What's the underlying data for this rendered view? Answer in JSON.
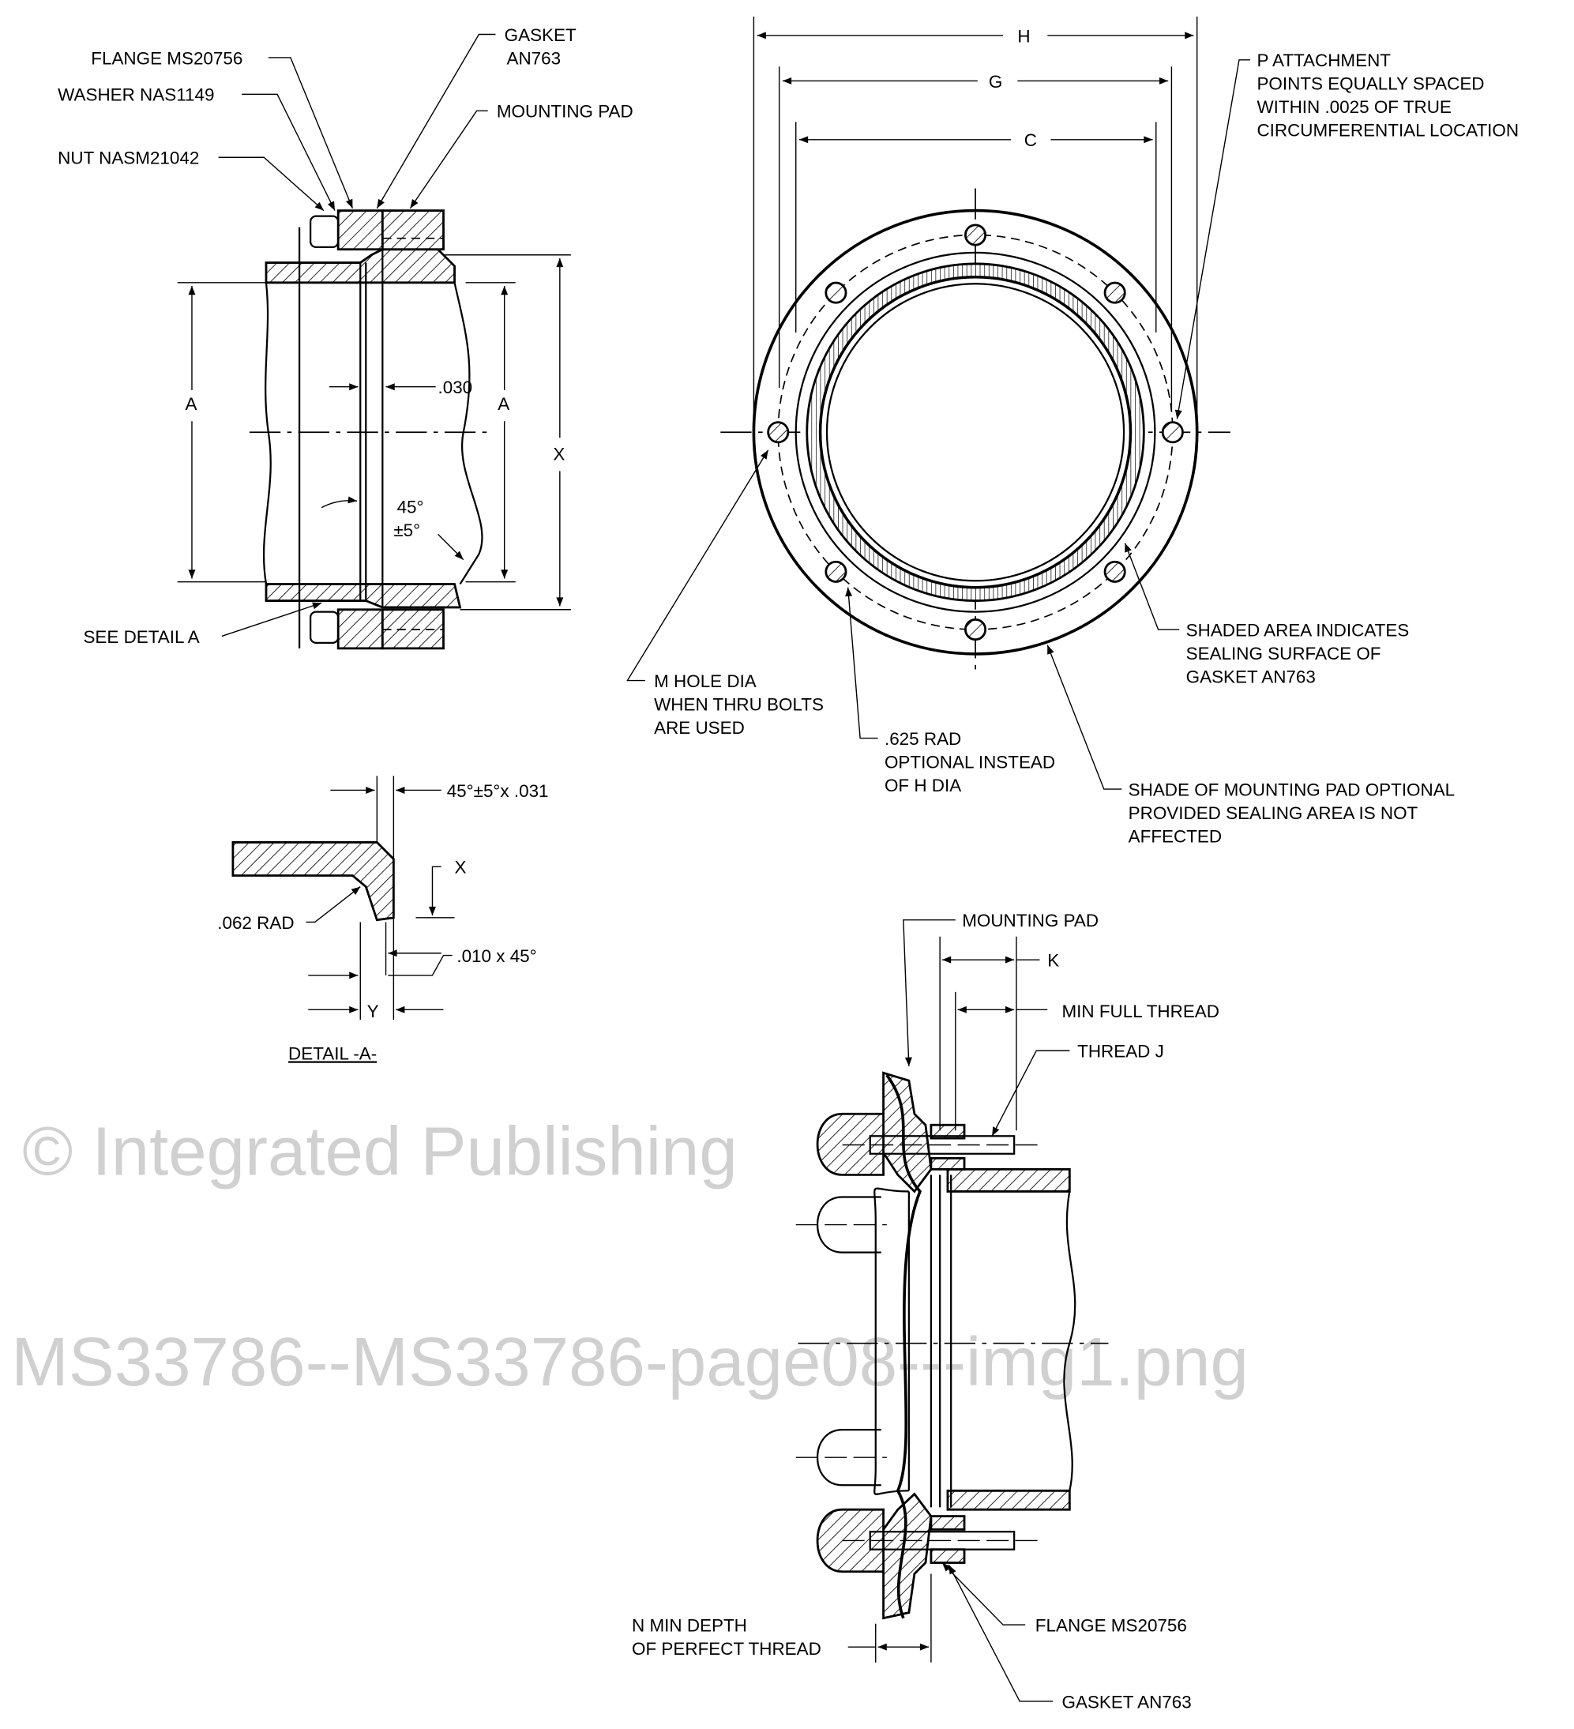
{
  "watermark": {
    "line1": "© Integrated Publishing",
    "line2": "MS33786--MS33786-page08---img1.png"
  },
  "side_view": {
    "flange": "FLANGE MS20756",
    "washer": "WASHER NAS1149",
    "nut": "NUT NASM21042",
    "gasket_1": "GASKET",
    "gasket_2": "AN763",
    "mounting_pad": "MOUNTING PAD",
    "dim_a_left": "A",
    "dim_a_right": "A",
    "dim_x": "X",
    "dim_030": ".030",
    "angle_1": "45°",
    "angle_2": "±5°",
    "see_detail": "SEE DETAIL A"
  },
  "end_view": {
    "dim_h": "H",
    "dim_g": "G",
    "dim_c": "C",
    "p_note": [
      "P ATTACHMENT",
      "POINTS EQUALLY SPACED",
      "WITHIN .0025 OF TRUE",
      "CIRCUMFERENTIAL LOCATION"
    ],
    "shaded_note": [
      "SHADED AREA INDICATES",
      "SEALING SURFACE OF",
      "GASKET AN763"
    ],
    "m_note": [
      "M HOLE DIA",
      "WHEN THRU BOLTS",
      "ARE USED"
    ],
    "rad_note": [
      ".625 RAD",
      "OPTIONAL INSTEAD",
      "OF H DIA"
    ],
    "shade_note": [
      "SHADE OF MOUNTING PAD OPTIONAL",
      "PROVIDED SEALING AREA IS NOT",
      "AFFECTED"
    ]
  },
  "detail_a": {
    "chamfer": "45°±5°x .031",
    "dim_x": "X",
    "rad": ".062 RAD",
    "chamfer2": ".010 x 45°",
    "dim_y": "Y",
    "title": "DETAIL -A-"
  },
  "bottom_view": {
    "mounting_pad": "MOUNTING PAD",
    "dim_k": "K",
    "min_full_thread": "MIN FULL THREAD",
    "thread_j": "THREAD J",
    "n_note": [
      "N MIN DEPTH",
      "OF PERFECT THREAD"
    ],
    "flange": "FLANGE  MS20756",
    "gasket": "GASKET AN763"
  }
}
